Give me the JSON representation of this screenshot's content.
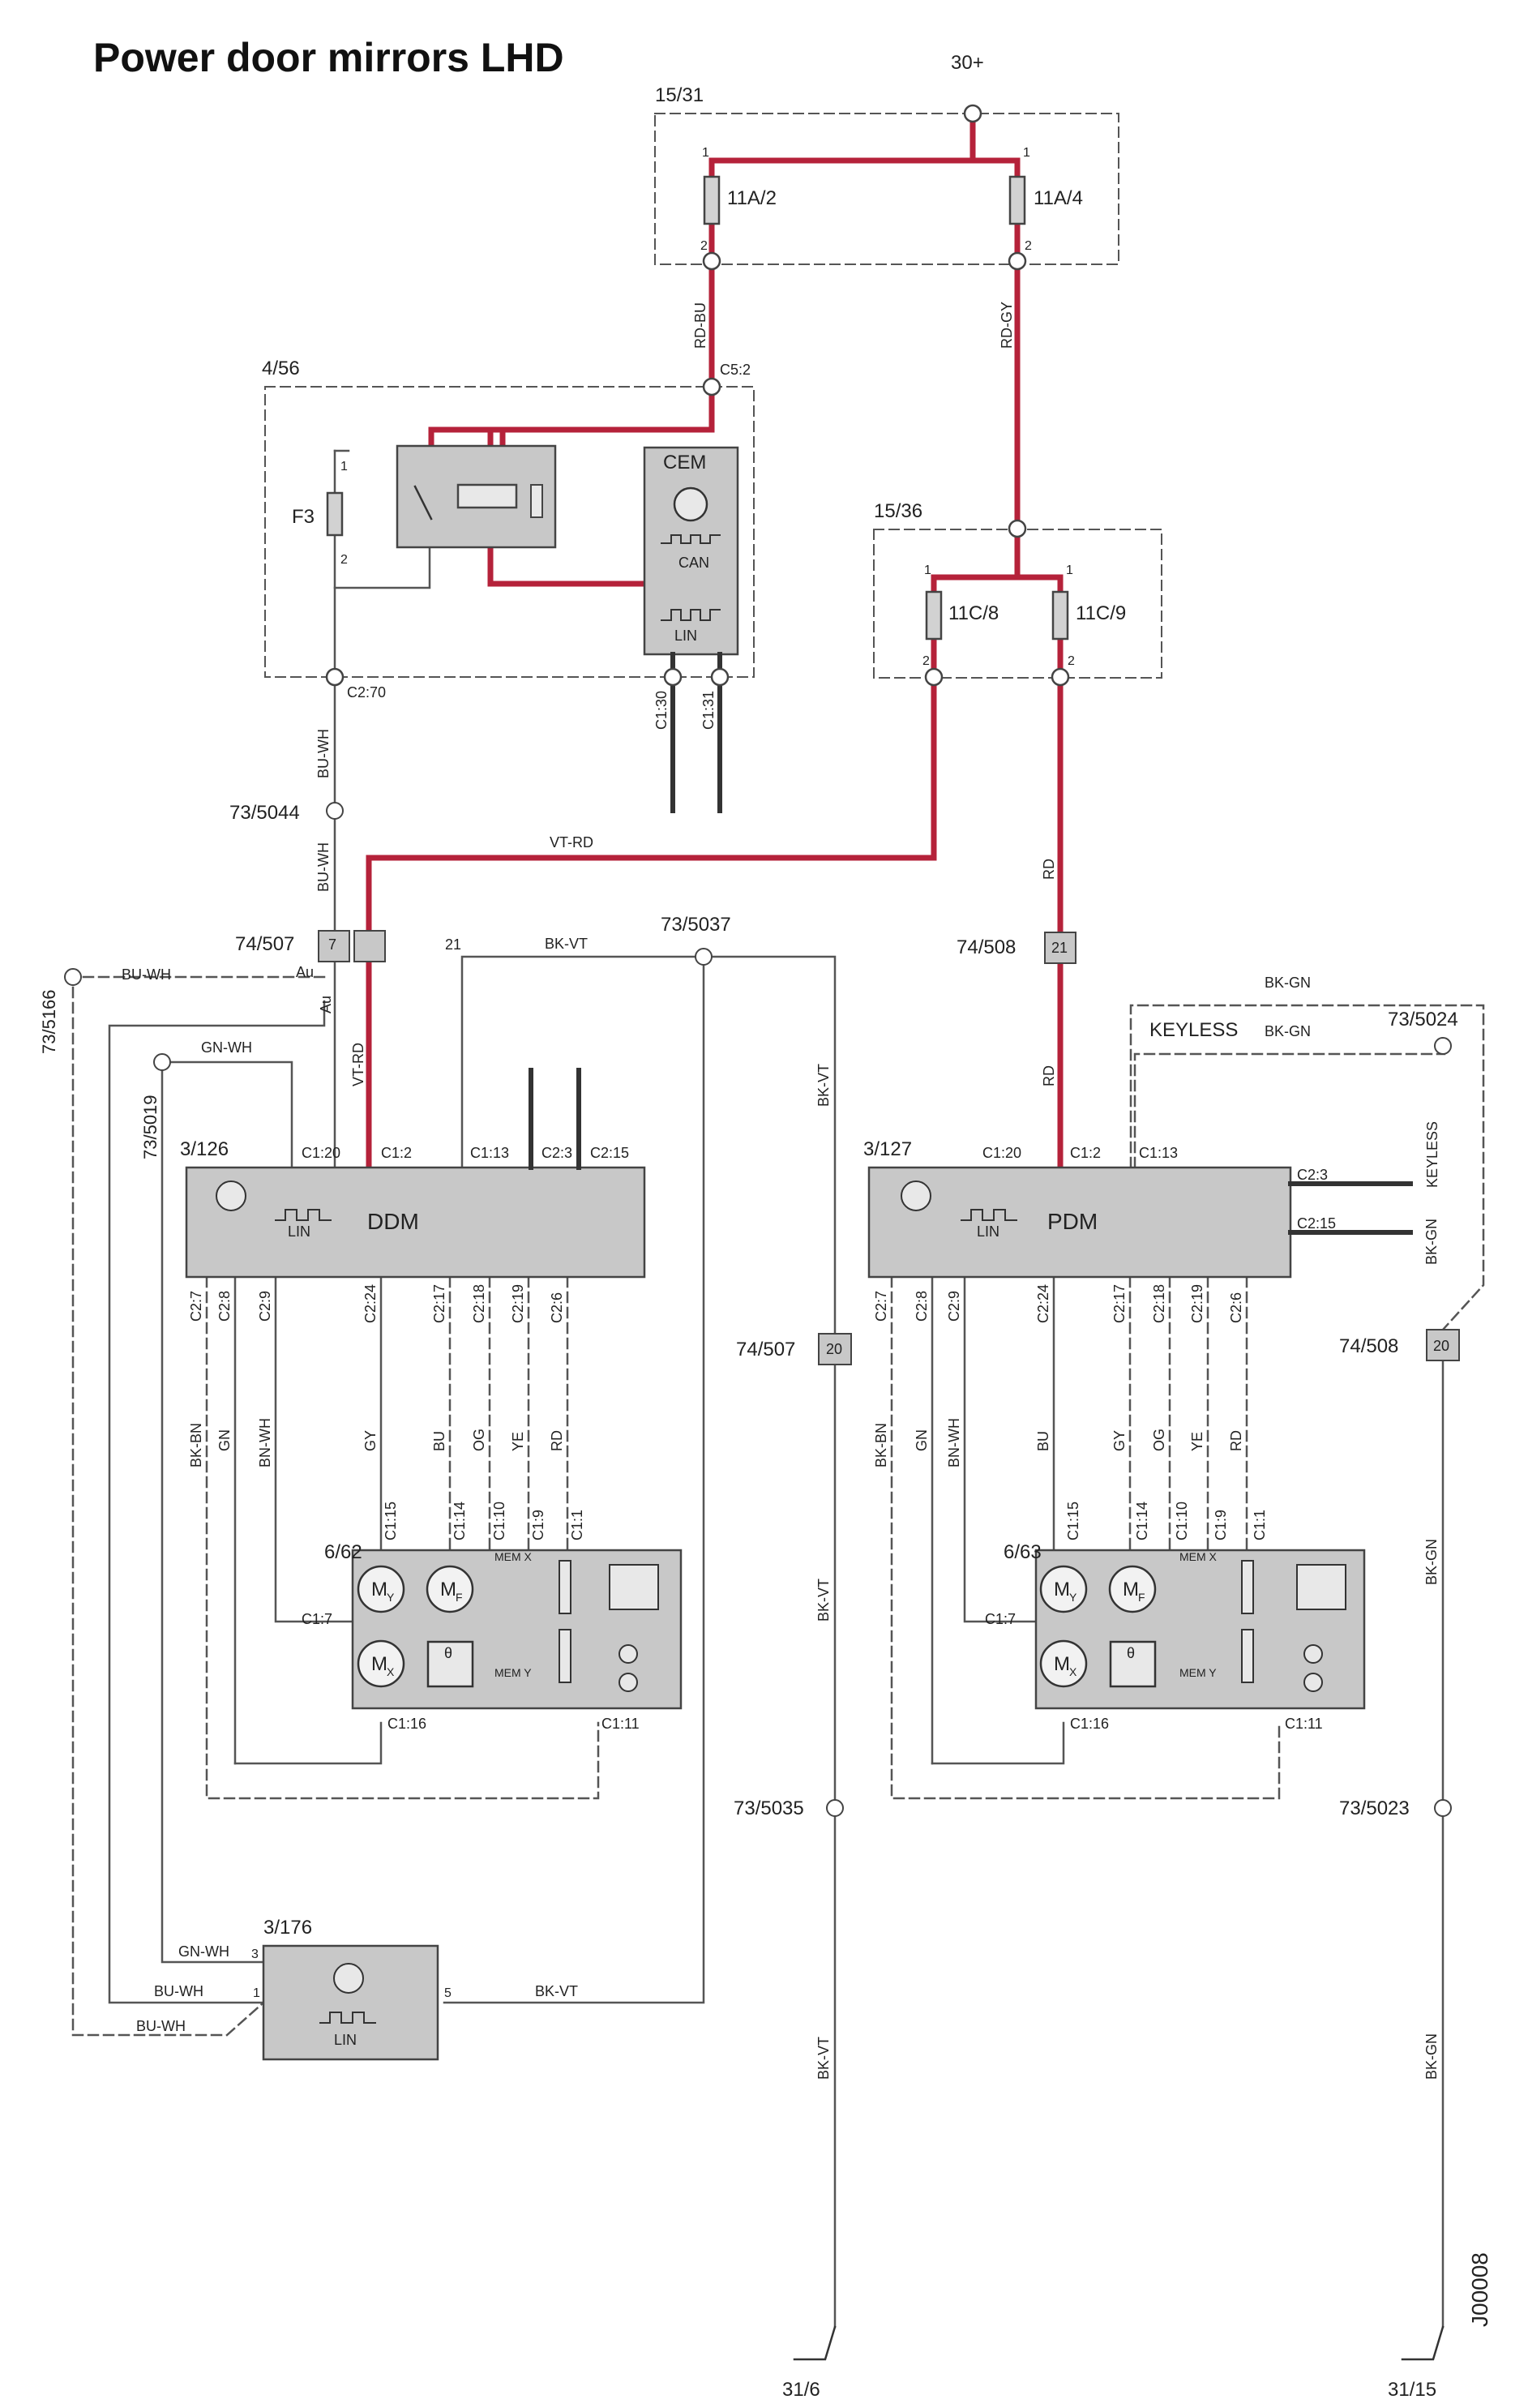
{
  "title": "Power door mirrors LHD",
  "doc_id": "J00008",
  "colors": {
    "power": "#b5223a",
    "wire": "#555555",
    "module_fill": "#c8c8c8",
    "text": "#222222"
  },
  "supply": "30+",
  "grounds": {
    "left": "31/6",
    "right": "31/15"
  },
  "fuse_boxes": {
    "box_15_31": {
      "id": "15/31",
      "fuses": [
        "11A/2",
        "11A/4"
      ]
    },
    "box_15_36": {
      "id": "15/36",
      "fuses": [
        "11C/8",
        "11C/9"
      ]
    },
    "box_4_56": {
      "id": "4/56",
      "fuse": "F3",
      "module": "CEM"
    }
  },
  "pins": {
    "p1": "1",
    "p2": "2",
    "p3": "3",
    "p5": "5"
  },
  "bus_labels": {
    "can": "CAN",
    "lin": "LIN"
  },
  "connectors": {
    "c5_2": "C5:2",
    "c2_70": "C2:70",
    "c1_30": "C1:30",
    "c1_31": "C1:31",
    "c1_20": "C1:20",
    "c1_2": "C1:2",
    "c1_13": "C1:13",
    "c2_3": "C2:3",
    "c2_15": "C2:15",
    "c2_7": "C2:7",
    "c2_8": "C2:8",
    "c2_9": "C2:9",
    "c2_24": "C2:24",
    "c2_17": "C2:17",
    "c2_18": "C2:18",
    "c2_19": "C2:19",
    "c2_6": "C2:6",
    "c1_15": "C1:15",
    "c1_14": "C1:14",
    "c1_10": "C1:10",
    "c1_9": "C1:9",
    "c1_1": "C1:1",
    "c1_7": "C1:7",
    "c1_16": "C1:16",
    "c1_11": "C1:11"
  },
  "splices": [
    "73/5044",
    "73/5037",
    "73/5166",
    "73/5019",
    "73/5024",
    "73/5035",
    "73/5023"
  ],
  "junctions": {
    "j74_507": {
      "id": "74/507",
      "pins": [
        "7",
        "21",
        "20"
      ]
    },
    "j74_508": {
      "id": "74/508",
      "pins": [
        "21",
        "20"
      ]
    }
  },
  "modules": {
    "ddm": {
      "id": "3/126",
      "name": "DDM"
    },
    "pdm": {
      "id": "3/127",
      "name": "PDM"
    },
    "lin_module": {
      "id": "3/176"
    }
  },
  "mirrors": {
    "left": {
      "id": "6/62"
    },
    "right": {
      "id": "6/63"
    },
    "motor_y": "M",
    "motor_y_sub": "Y",
    "motor_f": "M",
    "motor_f_sub": "F",
    "motor_x": "M",
    "motor_x_sub": "X",
    "mem_x": "MEM X",
    "mem_y": "MEM Y",
    "theta": "θ"
  },
  "wire_labels": {
    "rd_bu": "RD-BU",
    "rd_gy": "RD-GY",
    "bu_wh": "BU-WH",
    "vt_rd": "VT-RD",
    "bk_vt": "BK-VT",
    "rd": "RD",
    "bk_gn": "BK-GN",
    "keyless": "KEYLESS",
    "gn_wh": "GN-WH",
    "au": "Au",
    "bk_bn": "BK-BN",
    "gn": "GN",
    "bn_wh": "BN-WH",
    "gy": "GY",
    "bu": "BU",
    "og": "OG",
    "ye": "YE"
  }
}
